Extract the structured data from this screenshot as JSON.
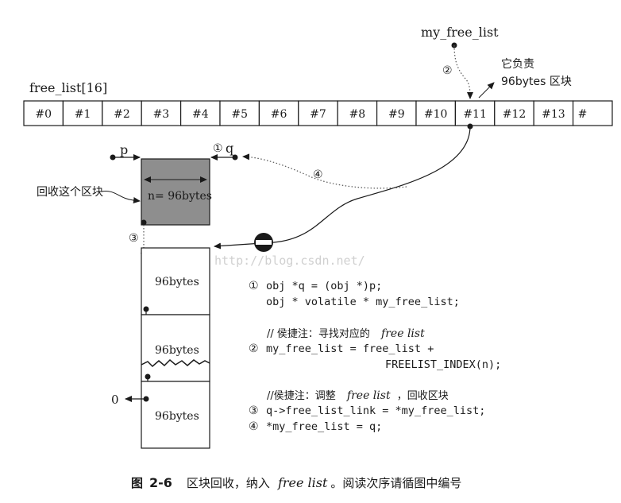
{
  "array_label": "free_list[16]",
  "cells": [
    "#0",
    "#1",
    "#2",
    "#3",
    "#4",
    "#5",
    "#6",
    "#7",
    "#8",
    "#9",
    "#10",
    "#11",
    "#12",
    "#13",
    "#"
  ],
  "pointer_label": "my_free_list",
  "responsible_note": [
    "它负责",
    "96bytes 区块"
  ],
  "p_label": "p",
  "q_label": "q",
  "circled": [
    "①",
    "②",
    "③",
    "④"
  ],
  "recycled_block_label": "n= 96bytes",
  "recycle_note": "回收这个区块",
  "list_blocks": [
    "96bytes",
    "96bytes",
    "96bytes"
  ],
  "null_label": "0",
  "watermark": "http://blog.csdn.net/",
  "code": {
    "step1_line1": "obj *q = (obj *)p;",
    "step1_line2": "obj * volatile * my_free_list;",
    "comment2_prefix": "// 侯捷注：寻找对应的",
    "comment2_italic": "free list",
    "step2_line1": "my_free_list = free_list +",
    "step2_line2": "FREELIST_INDEX(n);",
    "comment3_prefix": "//侯捷注：调整",
    "comment3_italic": "free list",
    "comment3_suffix": "，回收区块",
    "step3": "q->free_list_link = *my_free_list;",
    "step4": "*my_free_list = q;"
  },
  "caption": {
    "prefix": "图",
    "number": "2-6",
    "text": "区块回收，纳入",
    "italic": "free list",
    "suffix": "。阅读次序请循图中编号"
  },
  "colors": {
    "ink": "#1a1a1a",
    "block_fill": "#8e8e8e",
    "dotted": "#555555"
  }
}
